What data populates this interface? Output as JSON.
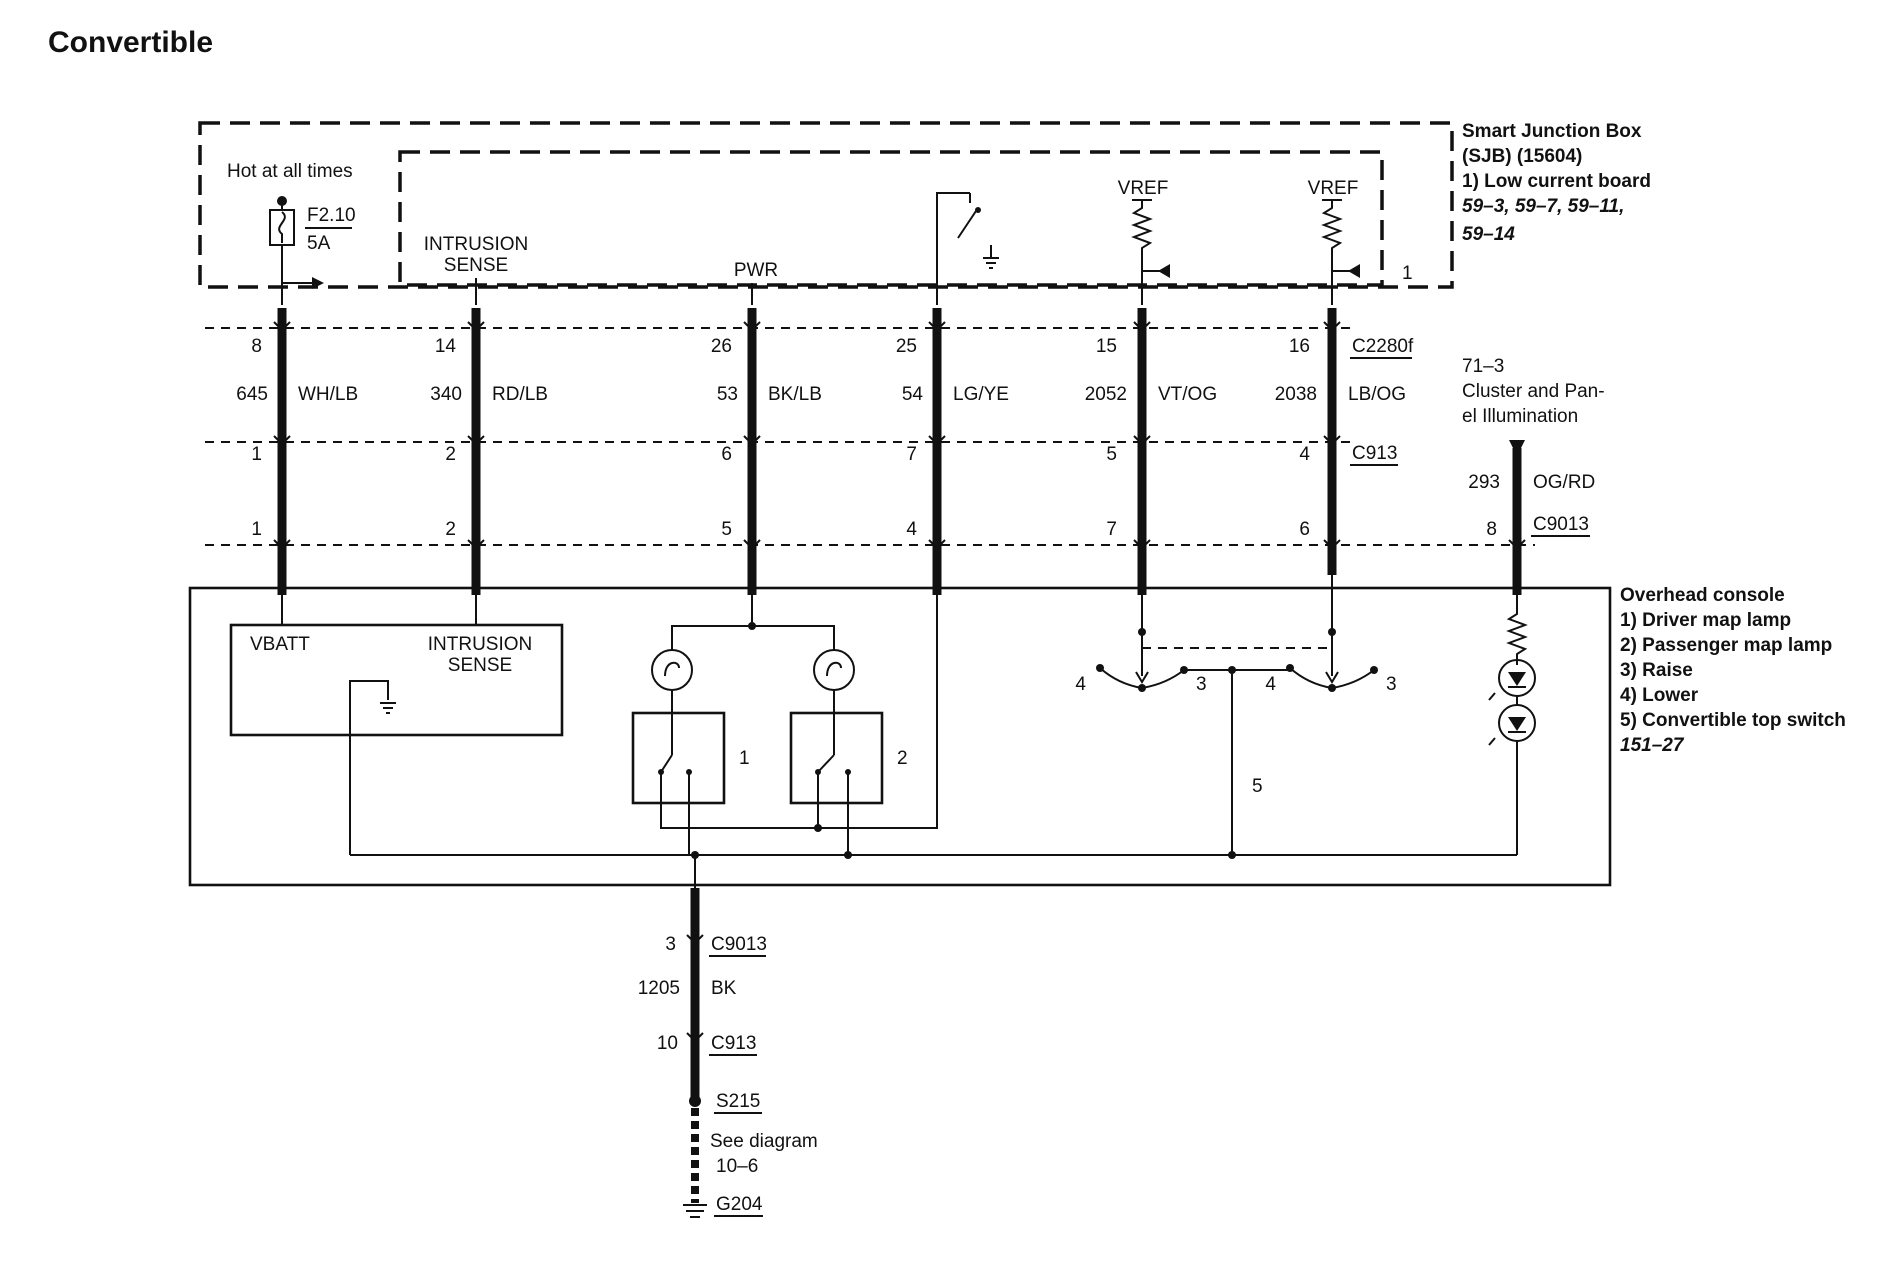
{
  "title": "Convertible",
  "sjb": {
    "lines": [
      "Smart Junction Box",
      "(SJB) (15604)",
      "1)   Low current board"
    ],
    "refs": [
      "59–3, 59–7, 59–11,",
      "59–14"
    ],
    "hot_label": "Hot at all times",
    "fuse_id": "F2.10",
    "fuse_rating": "5A",
    "intrusion_sense": [
      "INTRUSION",
      "SENSE"
    ],
    "pwr": "PWR",
    "vref_1": "VREF",
    "vref_2": "VREF",
    "board_num": "1"
  },
  "connector_top": "C2280f",
  "connector_mid": "C913",
  "connector_low": "C9013",
  "circuits": [
    {
      "pin_top": "8",
      "circuit": "645",
      "color": "WH/LB",
      "pin_mid": "1",
      "pin_low": "1"
    },
    {
      "pin_top": "14",
      "circuit": "340",
      "color": "RD/LB",
      "pin_mid": "2",
      "pin_low": "2"
    },
    {
      "pin_top": "26",
      "circuit": "53",
      "color": "BK/LB",
      "pin_mid": "6",
      "pin_low": "5"
    },
    {
      "pin_top": "25",
      "circuit": "54",
      "color": "LG/YE",
      "pin_mid": "7",
      "pin_low": "4"
    },
    {
      "pin_top": "15",
      "circuit": "2052",
      "color": "VT/OG",
      "pin_mid": "5",
      "pin_low": "7"
    },
    {
      "pin_top": "16",
      "circuit": "2038",
      "color": "LB/OG",
      "pin_mid": "4",
      "pin_low": "6"
    }
  ],
  "illumination": {
    "ref": "71–3",
    "label_1": "Cluster and Pan-",
    "label_2": "el Illumination",
    "circuit": "293",
    "color": "OG/RD",
    "pin": "8",
    "connector": "C9013"
  },
  "console": {
    "title": "Overhead console",
    "items": [
      "1)   Driver map lamp",
      "2)   Passenger map lamp",
      "3)   Raise",
      "4)   Lower",
      "5)   Convertible top switch"
    ],
    "ref": "151–27",
    "vbatt": "VBATT",
    "intrusion_sense": [
      "INTRUSION",
      "SENSE"
    ],
    "switch_1": "1",
    "switch_2": "2",
    "lower_a": "4",
    "raise_a": "3",
    "lower_b": "4",
    "raise_b": "3",
    "top_switch": "5"
  },
  "ground": {
    "pin_1": "3",
    "connector_1": "C9013",
    "circuit": "1205",
    "color": "BK",
    "pin_2": "10",
    "connector_2": "C913",
    "splice": "S215",
    "see_1": "See diagram",
    "see_2": "10–6",
    "ground_id": "G204"
  }
}
